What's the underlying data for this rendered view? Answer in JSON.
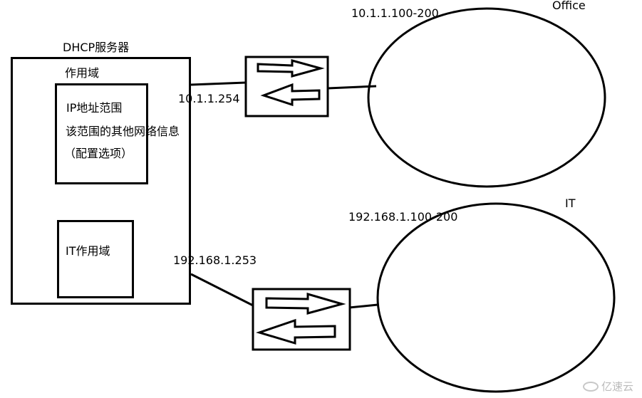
{
  "server": {
    "title": "DHCP服务器",
    "scope_label": "作用域",
    "scope_lines": [
      "IP地址范围",
      "该范围的其他网络信息",
      "（配置选项）"
    ],
    "it_scope_label": "IT作用域"
  },
  "links": {
    "top_gateway": "10.1.1.254",
    "bottom_gateway": "192.168.1.253"
  },
  "networks": {
    "office": {
      "name": "Office",
      "range": "10.1.1.100-200"
    },
    "it": {
      "name": "IT",
      "range": "192.168.1.100-200"
    }
  },
  "watermark": {
    "text": "亿速云"
  }
}
